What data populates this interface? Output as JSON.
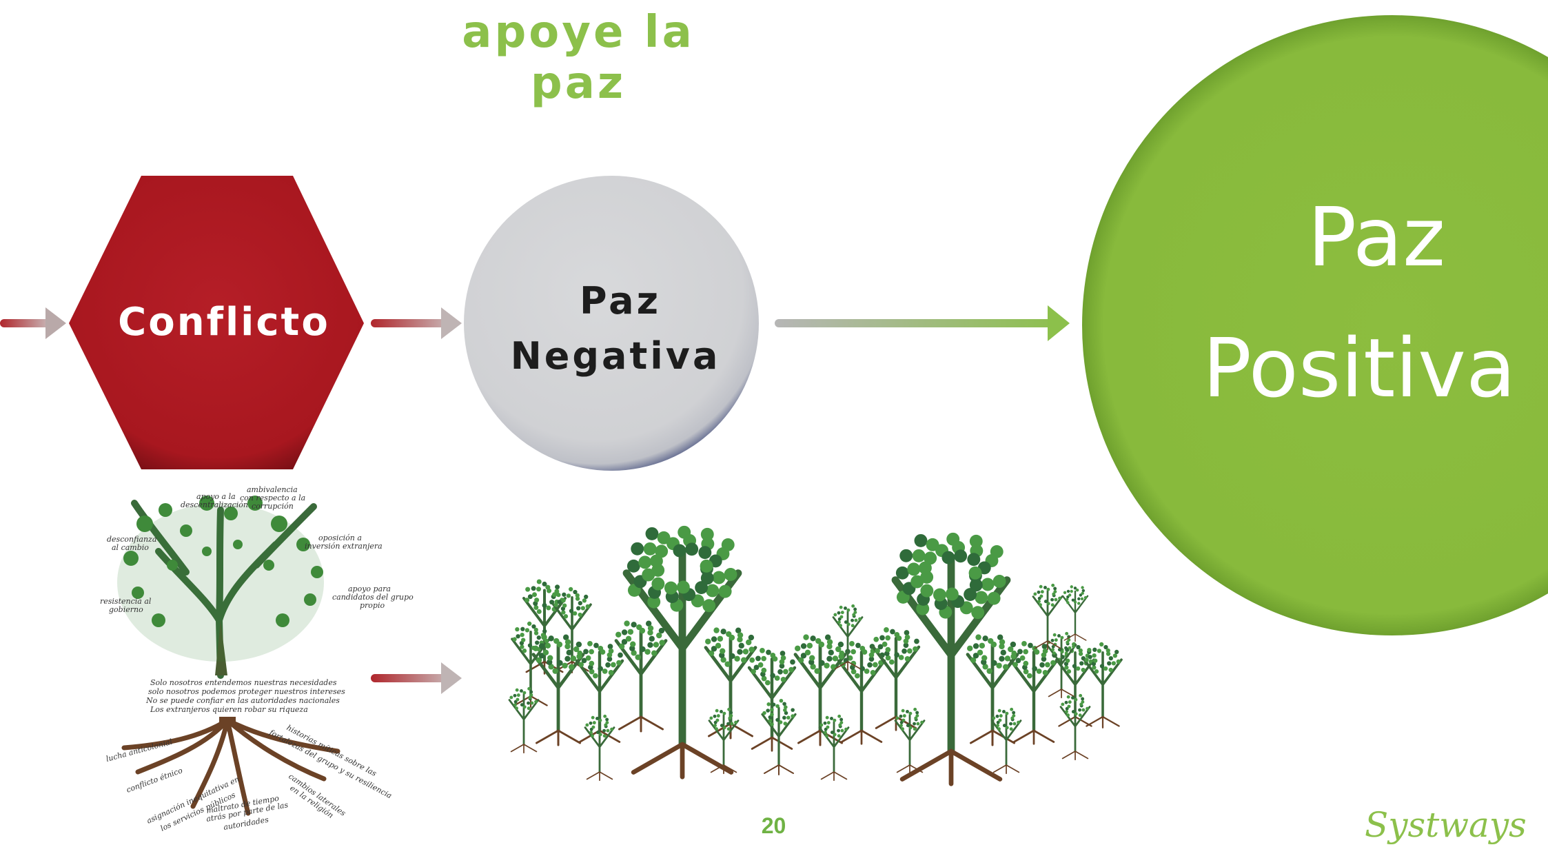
{
  "title": "apoye la paz",
  "nodes": {
    "conflict": {
      "label": "Conflicto",
      "color": "#ab1a23"
    },
    "negative_peace": {
      "line1": "Paz",
      "line2": "Negativa",
      "color": "#d3d4d6"
    },
    "positive_peace": {
      "line1": "Paz",
      "line2": "Positiva",
      "color": "#8cbd3f"
    }
  },
  "conflict_tree": {
    "canopy_labels": [
      "apoyo a la",
      "descentralización",
      "ambivalencia",
      "con respecto a la",
      "corrupción",
      "desconfianza",
      "al cambio",
      "oposición a",
      "inversión extranjera",
      "resistencia al",
      "gobierno",
      "apoyo para",
      "candidatos del grupo",
      "propio"
    ],
    "trunk_text": [
      "Solo nosotros entendemos nuestras necesidades",
      "solo nosotros podemos proteger nuestros intereses",
      "No se puede confiar en las autoridades nacionales",
      "Los extranjeros quieren robar su riqueza"
    ],
    "root_labels": [
      "lucha anticolonial",
      "conflicto étnico",
      "asignación inequitativa en",
      "los servicios públicos",
      "maltrato de tiempo",
      "atrás por parte de las",
      "autoridades",
      "cambios laterales",
      "en la religión",
      "historias míticas sobre las",
      "fortalezas del grupo y su resiliencia"
    ]
  },
  "page_number": "20",
  "logo": "Systways",
  "colors": {
    "title": "#8cc04b",
    "arrow_red": "#b0262c",
    "arrow_gray": "#b3b3b3",
    "arrow_green": "#8cc04b",
    "tree_green": "#2f6b3a",
    "root_brown": "#6b4226",
    "page_number": "#6fb244",
    "logo": "#8cc04b"
  }
}
